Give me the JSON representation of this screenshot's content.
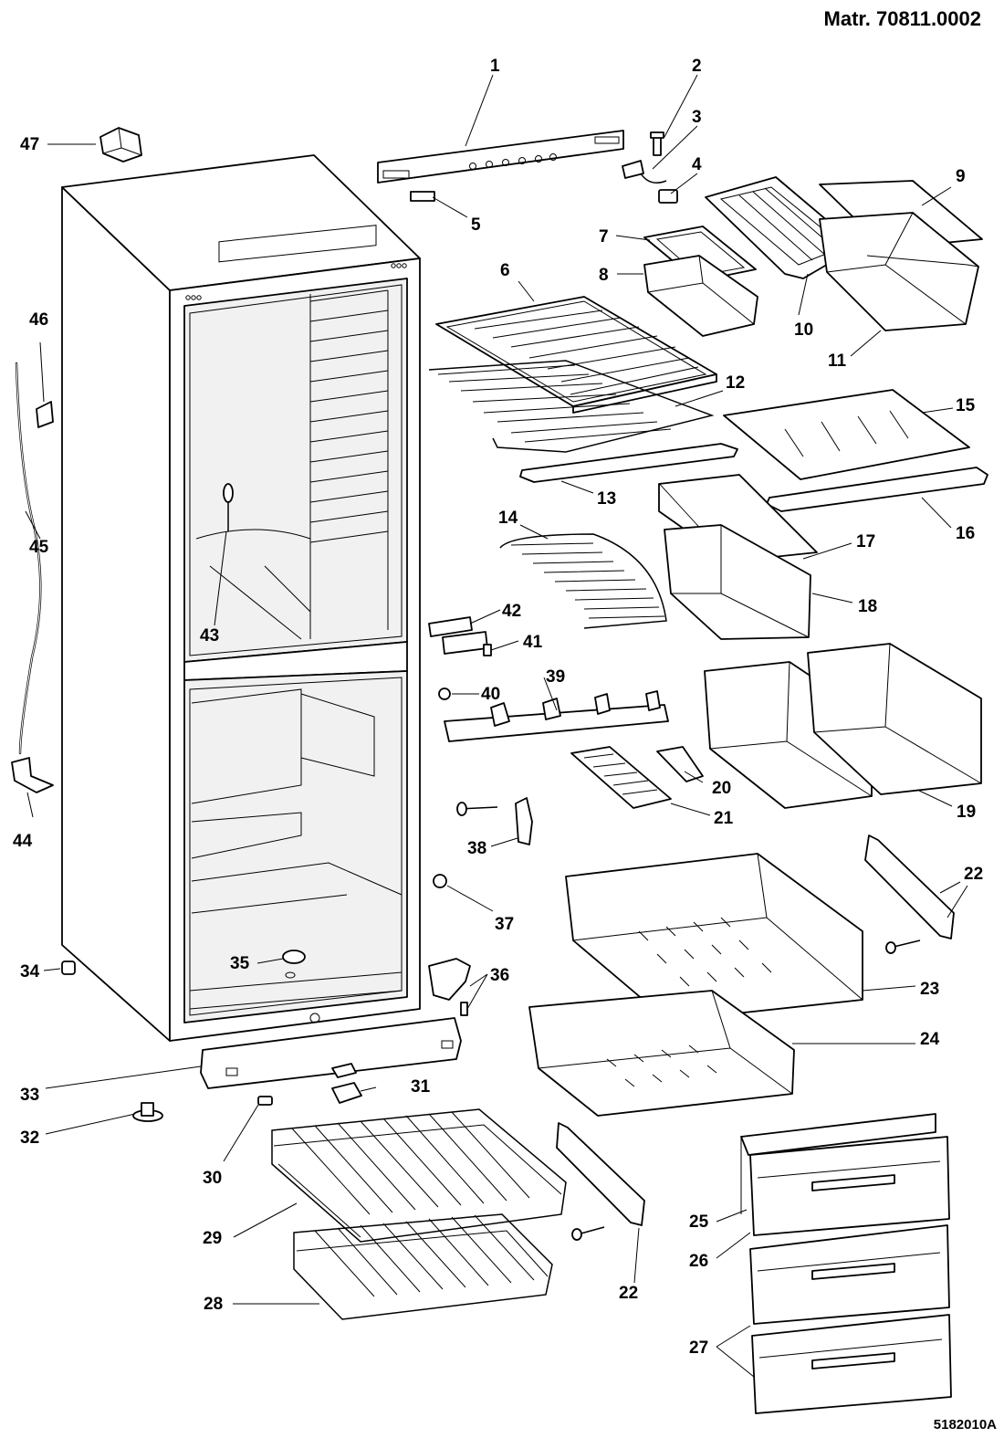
{
  "header": {
    "material": "Matr. 70811.0002"
  },
  "footer": {
    "drawing_code": "5182010A"
  },
  "labels": {
    "p1": "1",
    "p2": "2",
    "p3": "3",
    "p4": "4",
    "p5": "5",
    "p6": "6",
    "p7": "7",
    "p8": "8",
    "p9": "9",
    "p10": "10",
    "p11": "11",
    "p12": "12",
    "p13": "13",
    "p14": "14",
    "p15": "15",
    "p16": "16",
    "p17": "17",
    "p18": "18",
    "p19": "19",
    "p20": "20",
    "p21": "21",
    "p22a": "22",
    "p22b": "22",
    "p23": "23",
    "p24": "24",
    "p25": "25",
    "p26": "26",
    "p27": "27",
    "p28": "28",
    "p29": "29",
    "p30": "30",
    "p31": "31",
    "p32": "32",
    "p33": "33",
    "p34": "34",
    "p35": "35",
    "p36": "36",
    "p37": "37",
    "p38": "38",
    "p39": "39",
    "p40": "40",
    "p41": "41",
    "p42": "42",
    "p43": "43",
    "p44": "44",
    "p45": "45",
    "p46": "46",
    "p47": "47"
  }
}
